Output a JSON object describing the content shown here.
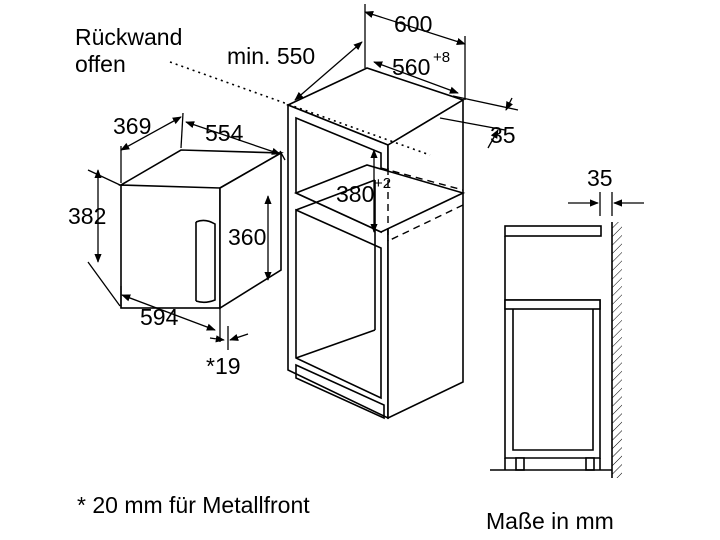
{
  "labels": {
    "rueckwand_line1": "Rückwand",
    "rueckwand_line2": "offen",
    "min_550": "min. 550",
    "dim_600": "600",
    "dim_560": "560",
    "dim_560_tol": "+8",
    "dim_35_top": "35",
    "dim_369": "369",
    "dim_554": "554",
    "dim_382": "382",
    "dim_360": "360",
    "dim_380": "380",
    "dim_380_tol": "+2",
    "dim_594": "594",
    "dim_19": "*19",
    "dim_35_side": "35"
  },
  "footnote": "* 20 mm für Metallfront",
  "units": "Maße in mm",
  "colors": {
    "line": "#000000",
    "background": "#ffffff"
  }
}
